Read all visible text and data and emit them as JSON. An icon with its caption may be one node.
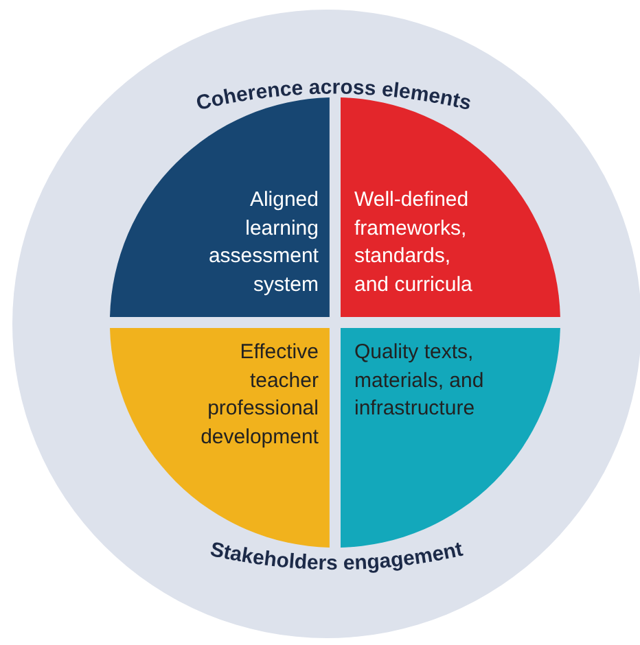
{
  "diagram": {
    "nodes": [
      {
        "text": [
          "Coherence across elements",
          "Stakeholders engagement"
        ]
      },
      {
        "text": [
          "Aligned learning assessment system"
        ],
        "in": 0
      },
      {
        "text": [
          "Well-defined frameworks, standards, and curricula"
        ],
        "in": 0
      },
      {
        "text": [
          "Effective teacher professional development"
        ],
        "in": 0
      },
      {
        "text": [
          "Quality texts, materials, and infrastructure"
        ],
        "in": 0
      }
    ]
  }
}
